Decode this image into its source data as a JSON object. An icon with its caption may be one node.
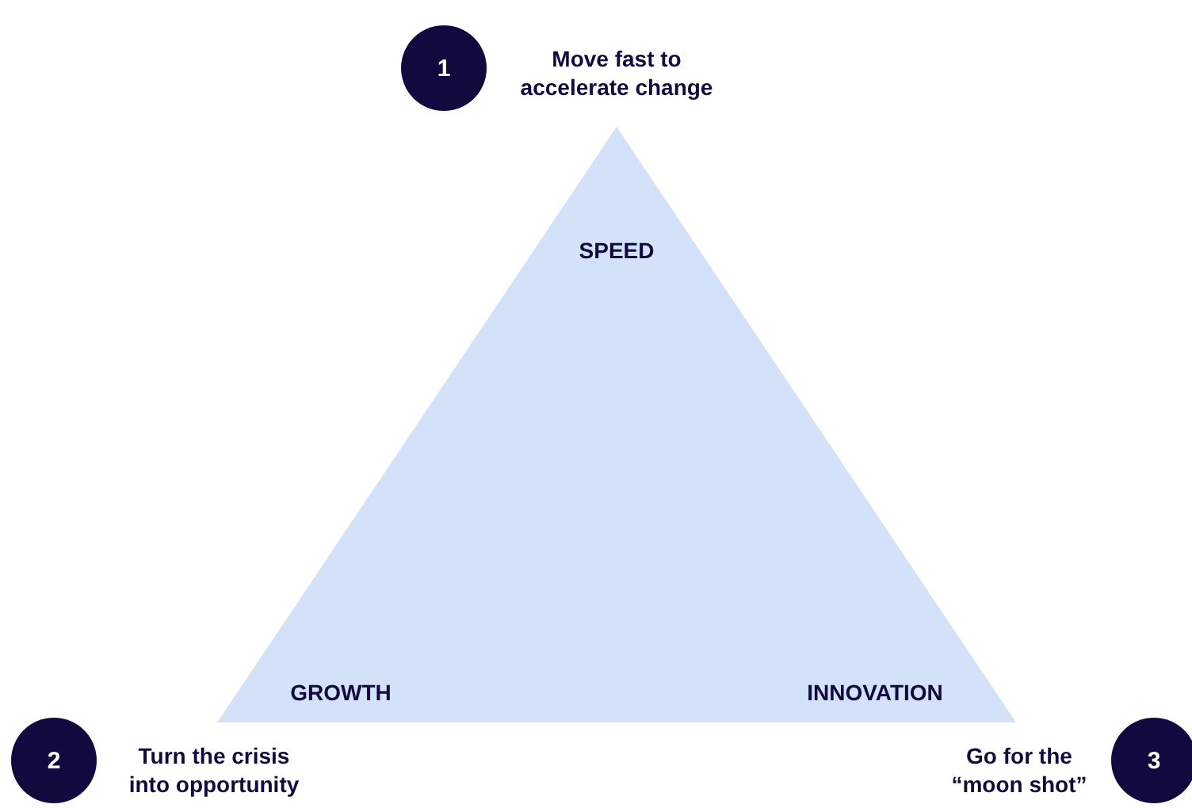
{
  "diagram": {
    "nodes": [
      {
        "text": [
          "SPEED",
          "GROWTH",
          "INNOVATION"
        ]
      },
      {
        "text": [
          "1"
        ],
        "beside": [
          "Move fast to accelerate change"
        ]
      },
      {
        "text": [
          "2"
        ],
        "beside": [
          "Turn the crisis into opportunity"
        ]
      },
      {
        "text": [
          "3"
        ],
        "beside": [
          "Go for the “moon shot”"
        ]
      }
    ]
  }
}
